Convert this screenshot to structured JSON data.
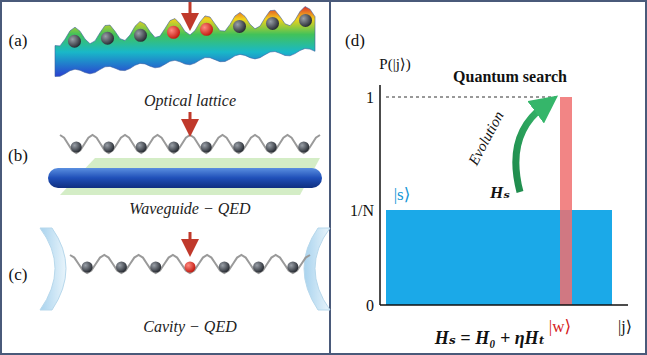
{
  "diagram": {
    "labels": [
      "(a)",
      "Optical lattice",
      "(b)",
      "Waveguide − QED",
      "(c)",
      "Cavity − QED",
      "(d)",
      "P(|j⟩)",
      "Quantum search",
      "1",
      "1/N",
      "0",
      "|s⟩",
      "Evolution",
      "Hₛ",
      "|w⟩",
      "|j⟩",
      "Hₛ = H₀ + ηHₜ"
    ]
  }
}
